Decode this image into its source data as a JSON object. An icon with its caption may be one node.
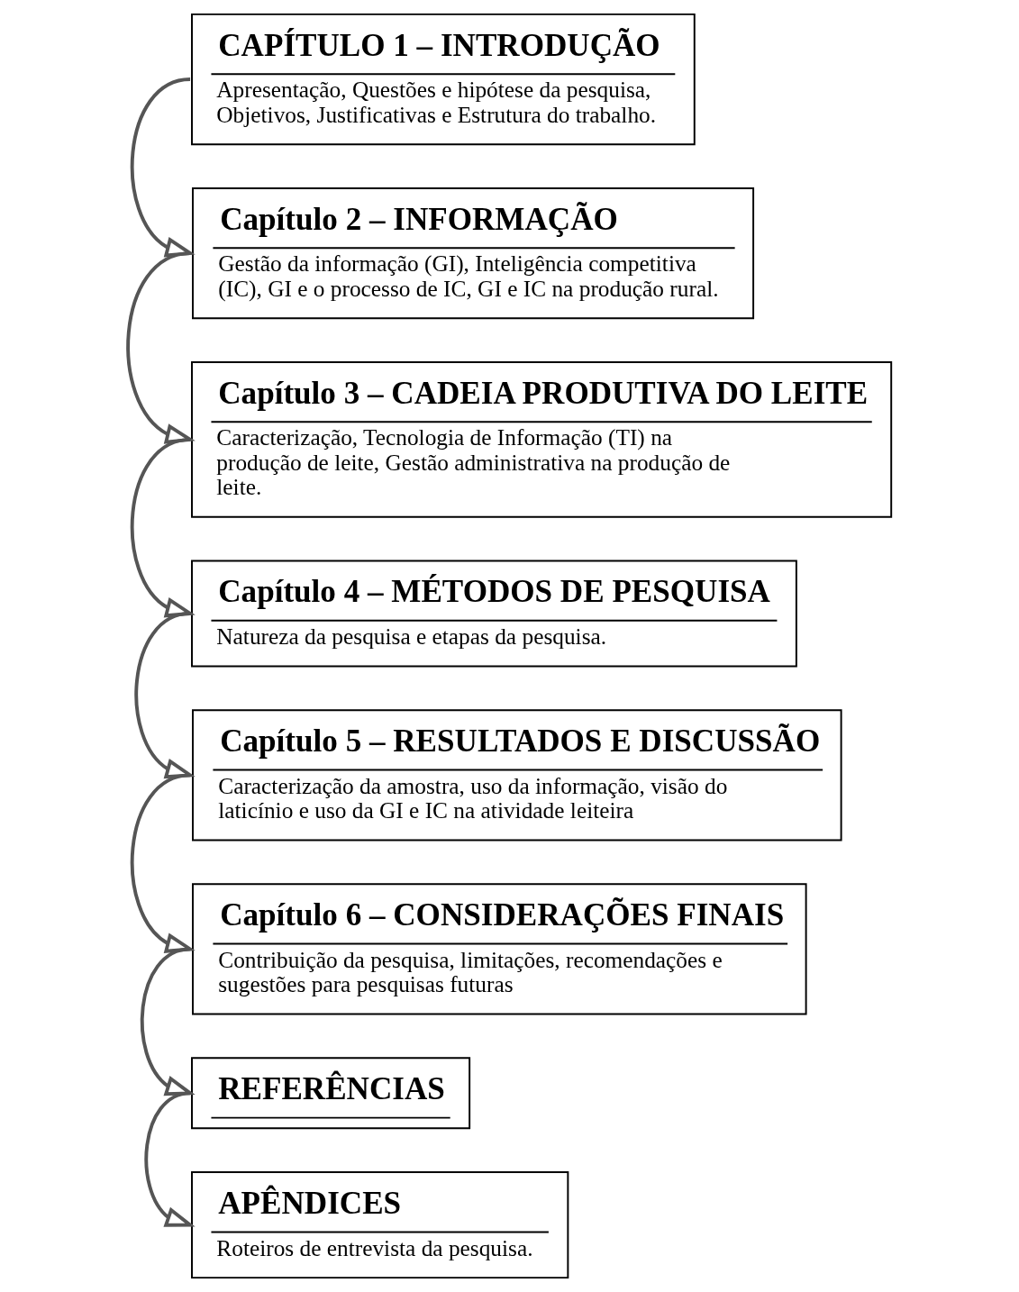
{
  "diagram": {
    "nodes": [
      {
        "text": [
          "CAPÍTULO 1 – INTRODUÇÃO",
          "Apresentação, Questões e hipótese da pesquisa, Objetivos, Justificativas e Estrutura do trabalho."
        ]
      },
      {
        "text": [
          "Capítulo 2 – INFORMAÇÃO",
          "Gestão da informação (GI), Inteligência competitiva (IC), GI e o processo de IC, GI e IC na produção rural."
        ]
      },
      {
        "text": [
          "Capítulo 3 – CADEIA PRODUTIVA DO LEITE",
          "Caracterização, Tecnologia de Informação (TI) na produção de leite, Gestão administrativa na produção de leite."
        ]
      },
      {
        "text": [
          "Capítulo 4 – MÉTODOS DE PESQUISA",
          "Natureza da pesquisa e etapas da pesquisa."
        ]
      },
      {
        "text": [
          "Capítulo 5 – RESULTADOS E DISCUSSÃO",
          "Caracterização da amostra, uso da informação, visão do laticínio e uso da GI e IC na atividade leiteira"
        ]
      },
      {
        "text": [
          "Capítulo 6 – CONSIDERAÇÕES FINAIS",
          "Contribuição da pesquisa, limitações, recomendações e sugestões para pesquisas futuras"
        ]
      },
      {
        "text": [
          "REFERÊNCIAS"
        ]
      },
      {
        "text": [
          "APÊNDICES",
          "Roteiros de entrevista da pesquisa."
        ]
      }
    ],
    "edges": [
      {
        "from": 0,
        "to": 1,
        "arrow": "to"
      },
      {
        "from": 1,
        "to": 2,
        "arrow": "to"
      },
      {
        "from": 2,
        "to": 3,
        "arrow": "to"
      },
      {
        "from": 3,
        "to": 4,
        "arrow": "to"
      },
      {
        "from": 4,
        "to": 5,
        "arrow": "to"
      },
      {
        "from": 5,
        "to": 6,
        "arrow": "to"
      },
      {
        "from": 6,
        "to": 7,
        "arrow": "to"
      }
    ]
  }
}
